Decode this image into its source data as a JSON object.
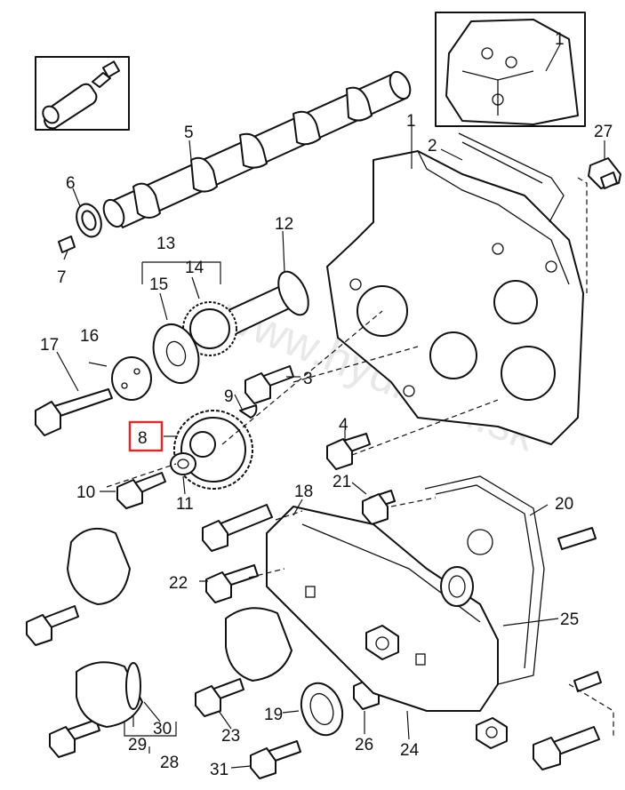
{
  "callouts": {
    "c1a": "1",
    "c1b": "1",
    "c2": "2",
    "c3": "3",
    "c4": "4",
    "c5": "5",
    "c6": "6",
    "c7": "7",
    "c8": "8",
    "c9": "9",
    "c10": "10",
    "c11": "11",
    "c12": "12",
    "c13": "13",
    "c14": "14",
    "c15": "15",
    "c16": "16",
    "c17": "17",
    "c18": "18",
    "c19": "19",
    "c20": "20",
    "c21": "21",
    "c22": "22",
    "c23": "23",
    "c24": "24",
    "c25": "25",
    "c26": "26",
    "c27": "27",
    "c28": "28",
    "c29": "29",
    "c30": "30",
    "c31": "31"
  },
  "highlighted_callout": "8",
  "highlight_color": "#d32f2f",
  "watermark": "www.hydrach.sk"
}
